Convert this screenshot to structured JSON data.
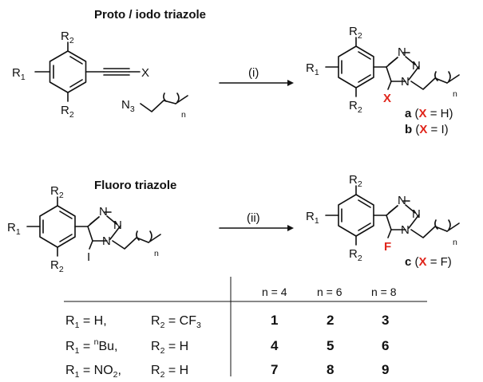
{
  "sections": {
    "top_title": "Proto / iodo triazole",
    "bottom_title": "Fluoro triazole"
  },
  "steps": {
    "step1": "(i)",
    "step2": "(ii)"
  },
  "atoms": {
    "R": "R",
    "sub1": "1",
    "sub2": "2",
    "X": "X",
    "N": "N",
    "N3": "N",
    "N3_sub": "3",
    "n": "n",
    "I": "I",
    "F": "F"
  },
  "products": {
    "a_letter": "a",
    "a_open": "(",
    "a_X": "X",
    "a_rest": " = H)",
    "b_letter": "b",
    "b_open": "(",
    "b_X": "X",
    "b_rest": " = I)",
    "c_letter": "c",
    "c_open": "(",
    "c_X": "X",
    "c_rest": " = F)"
  },
  "table": {
    "headers": [
      "n = 4",
      "n = 6",
      "n = 8"
    ],
    "rows": [
      {
        "r1": "R",
        "r1_sub": "1",
        "r1_val": " = H,",
        "r2": "R",
        "r2_sub": "2",
        "r2_val": " = CF",
        "r2_val_sub": "3",
        "values": [
          "1",
          "2",
          "3"
        ]
      },
      {
        "r1": "R",
        "r1_sub": "1",
        "r1_val_pre": " = ",
        "r1_sup": "n",
        "r1_val": "Bu,",
        "r2": "R",
        "r2_sub": "2",
        "r2_val": " = H",
        "values": [
          "4",
          "5",
          "6"
        ]
      },
      {
        "r1": "R",
        "r1_sub": "1",
        "r1_val": " = NO",
        "r1_val_sub": "2",
        "r1_tail": ",",
        "r2": "R",
        "r2_sub": "2",
        "r2_val": " = H",
        "values": [
          "7",
          "8",
          "9"
        ]
      }
    ]
  }
}
